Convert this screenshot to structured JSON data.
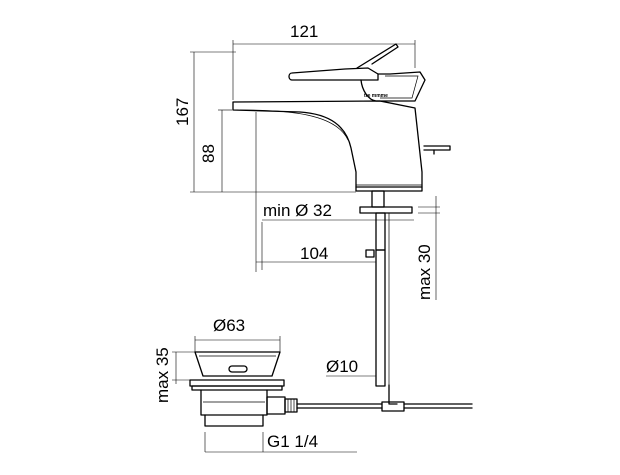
{
  "brand_logo": "tre mmme",
  "dimensions": {
    "width_top": "121",
    "height_total": "167",
    "height_spout": "88",
    "min_hole": "min Ø 32",
    "reach": "104",
    "max_thickness": "max 30",
    "drain_diameter": "Ø63",
    "drain_height": "max 35",
    "rod_diameter": "Ø10",
    "drain_thread": "G1 1/4"
  }
}
